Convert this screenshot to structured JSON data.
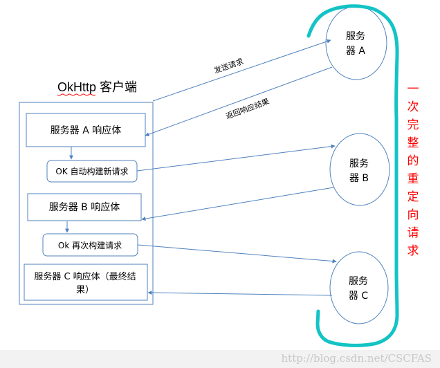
{
  "client": {
    "title": "OkHttp 客户端"
  },
  "responses": {
    "a": "服务器 A 响应体",
    "b": "服务器 B 响应体",
    "c": [
      "服务器 C 响应体（最终结",
      "果）"
    ]
  },
  "requests": {
    "first": "OK 自动构建新请求",
    "second": "Ok 再次构建请求"
  },
  "servers": {
    "a": {
      "line1": "服务",
      "line2": "器 A"
    },
    "b": {
      "line1": "服务",
      "line2": "器 B"
    },
    "c": {
      "line1": "服务",
      "line2": "器 C"
    }
  },
  "edge_labels": {
    "send": "发送请求",
    "return": "返回响应结果"
  },
  "brace_label": "一次完整的重定向请求",
  "watermark": "http://blog.csdn.net/CSCFAS",
  "colors": {
    "box_stroke": "#4f81bd",
    "arrow": "#4f81bd",
    "brace": "#13c3c5",
    "brace_text": "#ff0000",
    "text": "#000000"
  },
  "icons": {
    "arrow_head": "arrow-head-icon"
  }
}
